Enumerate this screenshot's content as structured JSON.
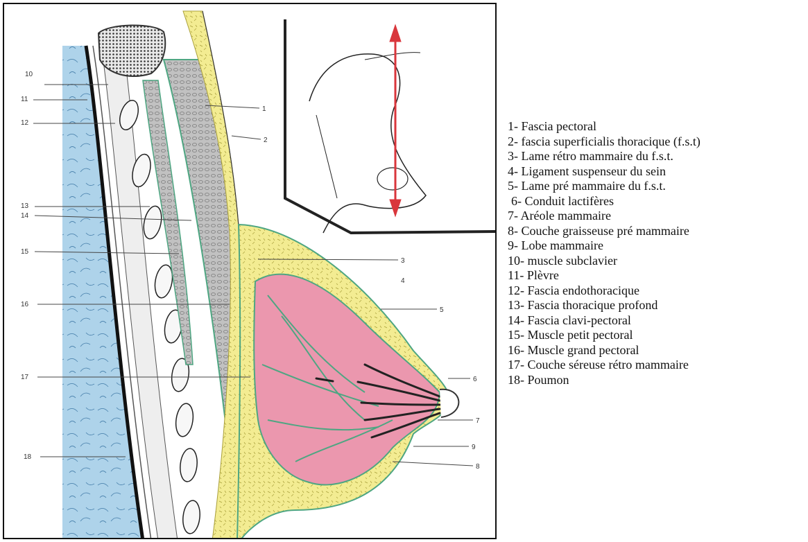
{
  "colors": {
    "lung": "#aed3ea",
    "fat": "#f3ec92",
    "gland": "#eb97ae",
    "muscle": "#bdbdbd",
    "fascia": "#4ea682",
    "arrow": "#d9363c",
    "frame": "#111111"
  },
  "figure": {
    "numbers": [
      "1",
      "2",
      "3",
      "4",
      "5",
      "6",
      "7",
      "8",
      "9",
      "10",
      "11",
      "12",
      "13",
      "14",
      "15",
      "16",
      "17",
      "18"
    ]
  },
  "legend": {
    "items": [
      "1- Fascia pectoral",
      "2- fascia superficialis thoracique (f.s.t)",
      "3- Lame rétro mammaire du f.s.t.",
      "4- Ligament suspenseur du sein",
      "5- Lame pré mammaire du f.s.t.",
      "6- Conduit lactifères",
      "7- Aréole mammaire",
      "8- Couche graisseuse pré mammaire",
      "9- Lobe mammaire",
      "10- muscle subclavier",
      "11- Plèvre",
      "12- Fascia endothoracique",
      "13- Fascia thoracique profond",
      "14- Fascia clavi-pectoral",
      "15- Muscle petit pectoral",
      "16- Muscle grand pectoral",
      "17- Couche séreuse rétro mammaire",
      "18- Poumon"
    ]
  }
}
